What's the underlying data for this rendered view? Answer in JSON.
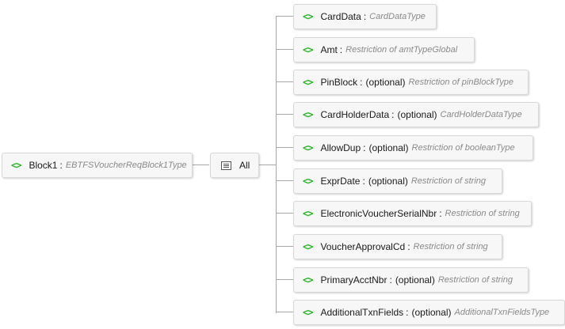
{
  "root": {
    "name": "Block1",
    "type": "EBTFSVoucherReqBlock1Type"
  },
  "group": {
    "label": "All"
  },
  "icon_tag": "<>",
  "separator": ":",
  "children": [
    {
      "name": "CardData",
      "optional": "",
      "type": "CardDataType"
    },
    {
      "name": "Amt",
      "optional": "",
      "type": "Restriction of amtTypeGlobal"
    },
    {
      "name": "PinBlock",
      "optional": "(optional)",
      "type": "Restriction of pinBlockType"
    },
    {
      "name": "CardHolderData",
      "optional": "(optional)",
      "type": "CardHolderDataType"
    },
    {
      "name": "AllowDup",
      "optional": "(optional)",
      "type": "Restriction of booleanType"
    },
    {
      "name": "ExprDate",
      "optional": "(optional)",
      "type": "Restriction of string"
    },
    {
      "name": "ElectronicVoucherSerialNbr",
      "optional": "",
      "type": "Restriction of string"
    },
    {
      "name": "VoucherApprovalCd",
      "optional": "",
      "type": "Restriction of string"
    },
    {
      "name": "PrimaryAcctNbr",
      "optional": "(optional)",
      "type": "Restriction of string"
    },
    {
      "name": "AdditionalTxnFields",
      "optional": "(optional)",
      "type": "AdditionalTxnFieldsType"
    }
  ]
}
